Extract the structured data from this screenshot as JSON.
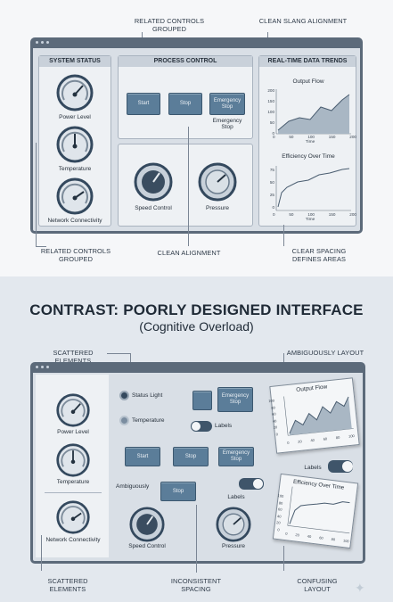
{
  "colors": {
    "frame": "#5c6a7a",
    "button": "#5b7d99",
    "panel": "#eef1f4",
    "chart_fill": "#a9b7c4"
  },
  "top": {
    "callouts": {
      "related_top": "RELATED CONTROLS GROUPED",
      "clean_slang": "CLEAN SLANG ALIGNMENT",
      "related_bottom": "RELATED CONTROLS GROUPED",
      "clean_alignment": "CLEAN ALIGNMENT",
      "clear_spacing": "CLEAR SPACING DEFINES AREAS"
    },
    "system_status": {
      "title": "SYSTEM STATUS",
      "gauges": [
        "Power Level",
        "Temperature",
        "Network Connectivity"
      ]
    },
    "process_control": {
      "title": "PROCESS CONTROL",
      "start": "Start",
      "stop": "Stop",
      "emergency": "Emergency Stop",
      "emergency_caption": "Emergency Stop",
      "dials": [
        "Speed Control",
        "Pressure"
      ]
    },
    "trends": {
      "title": "REAL-TIME DATA TRENDS",
      "charts": [
        {
          "title": "Output Flow",
          "xlabel": "Time",
          "yticks": [
            "200",
            "150",
            "100",
            "50",
            "0"
          ],
          "xticks": [
            "0",
            "50",
            "100",
            "150",
            "200"
          ]
        },
        {
          "title": "Efficiency Over Time",
          "xlabel": "Time",
          "yticks": [
            "75",
            "50",
            "25",
            "0"
          ],
          "xticks": [
            "0",
            "50",
            "100",
            "150",
            "200"
          ]
        }
      ]
    }
  },
  "contrast": {
    "heading": "CONTRAST: POORLY DESIGNED INTERFACE",
    "subheading": "(Cognitive Overload)"
  },
  "bottom": {
    "callouts": {
      "scattered_top": "SCATTERED ELEMENTS",
      "ambiguously_layout": "AMBIGUOUSLY LAYOUT",
      "scattered_bottom": "SCATTERED ELEMENTS",
      "inconsistent": "INCONSISTENT SPACING",
      "confusing": "CONFUSING LAYOUT"
    },
    "gauges": [
      "Power Level",
      "Temperature",
      "Network Connectivity"
    ],
    "status_light": "Status Light",
    "temperature": "Temperature",
    "emergency_top": "Emergency Stop",
    "labels_1": "Labels",
    "start": "Start",
    "stop_1": "Stop",
    "emergency_mid": "Emergency Stop",
    "ambiguously": "Ambiguously",
    "stop_2": "Stop",
    "labels_2": "Labels",
    "labels_3": "Labels",
    "dials": [
      "Speed Control",
      "Pressure"
    ],
    "charts": [
      {
        "title": "Output Flow",
        "yticks": [
          "100",
          "80",
          "60",
          "40",
          "20",
          "0"
        ],
        "xticks": [
          "0",
          "20",
          "40",
          "60",
          "80",
          "100"
        ]
      },
      {
        "title": "Efficiency Over Time",
        "yticks": [
          "100",
          "80",
          "60",
          "40",
          "20",
          "0"
        ],
        "xticks": [
          "0",
          "20",
          "40",
          "60",
          "80",
          "100"
        ]
      }
    ]
  }
}
